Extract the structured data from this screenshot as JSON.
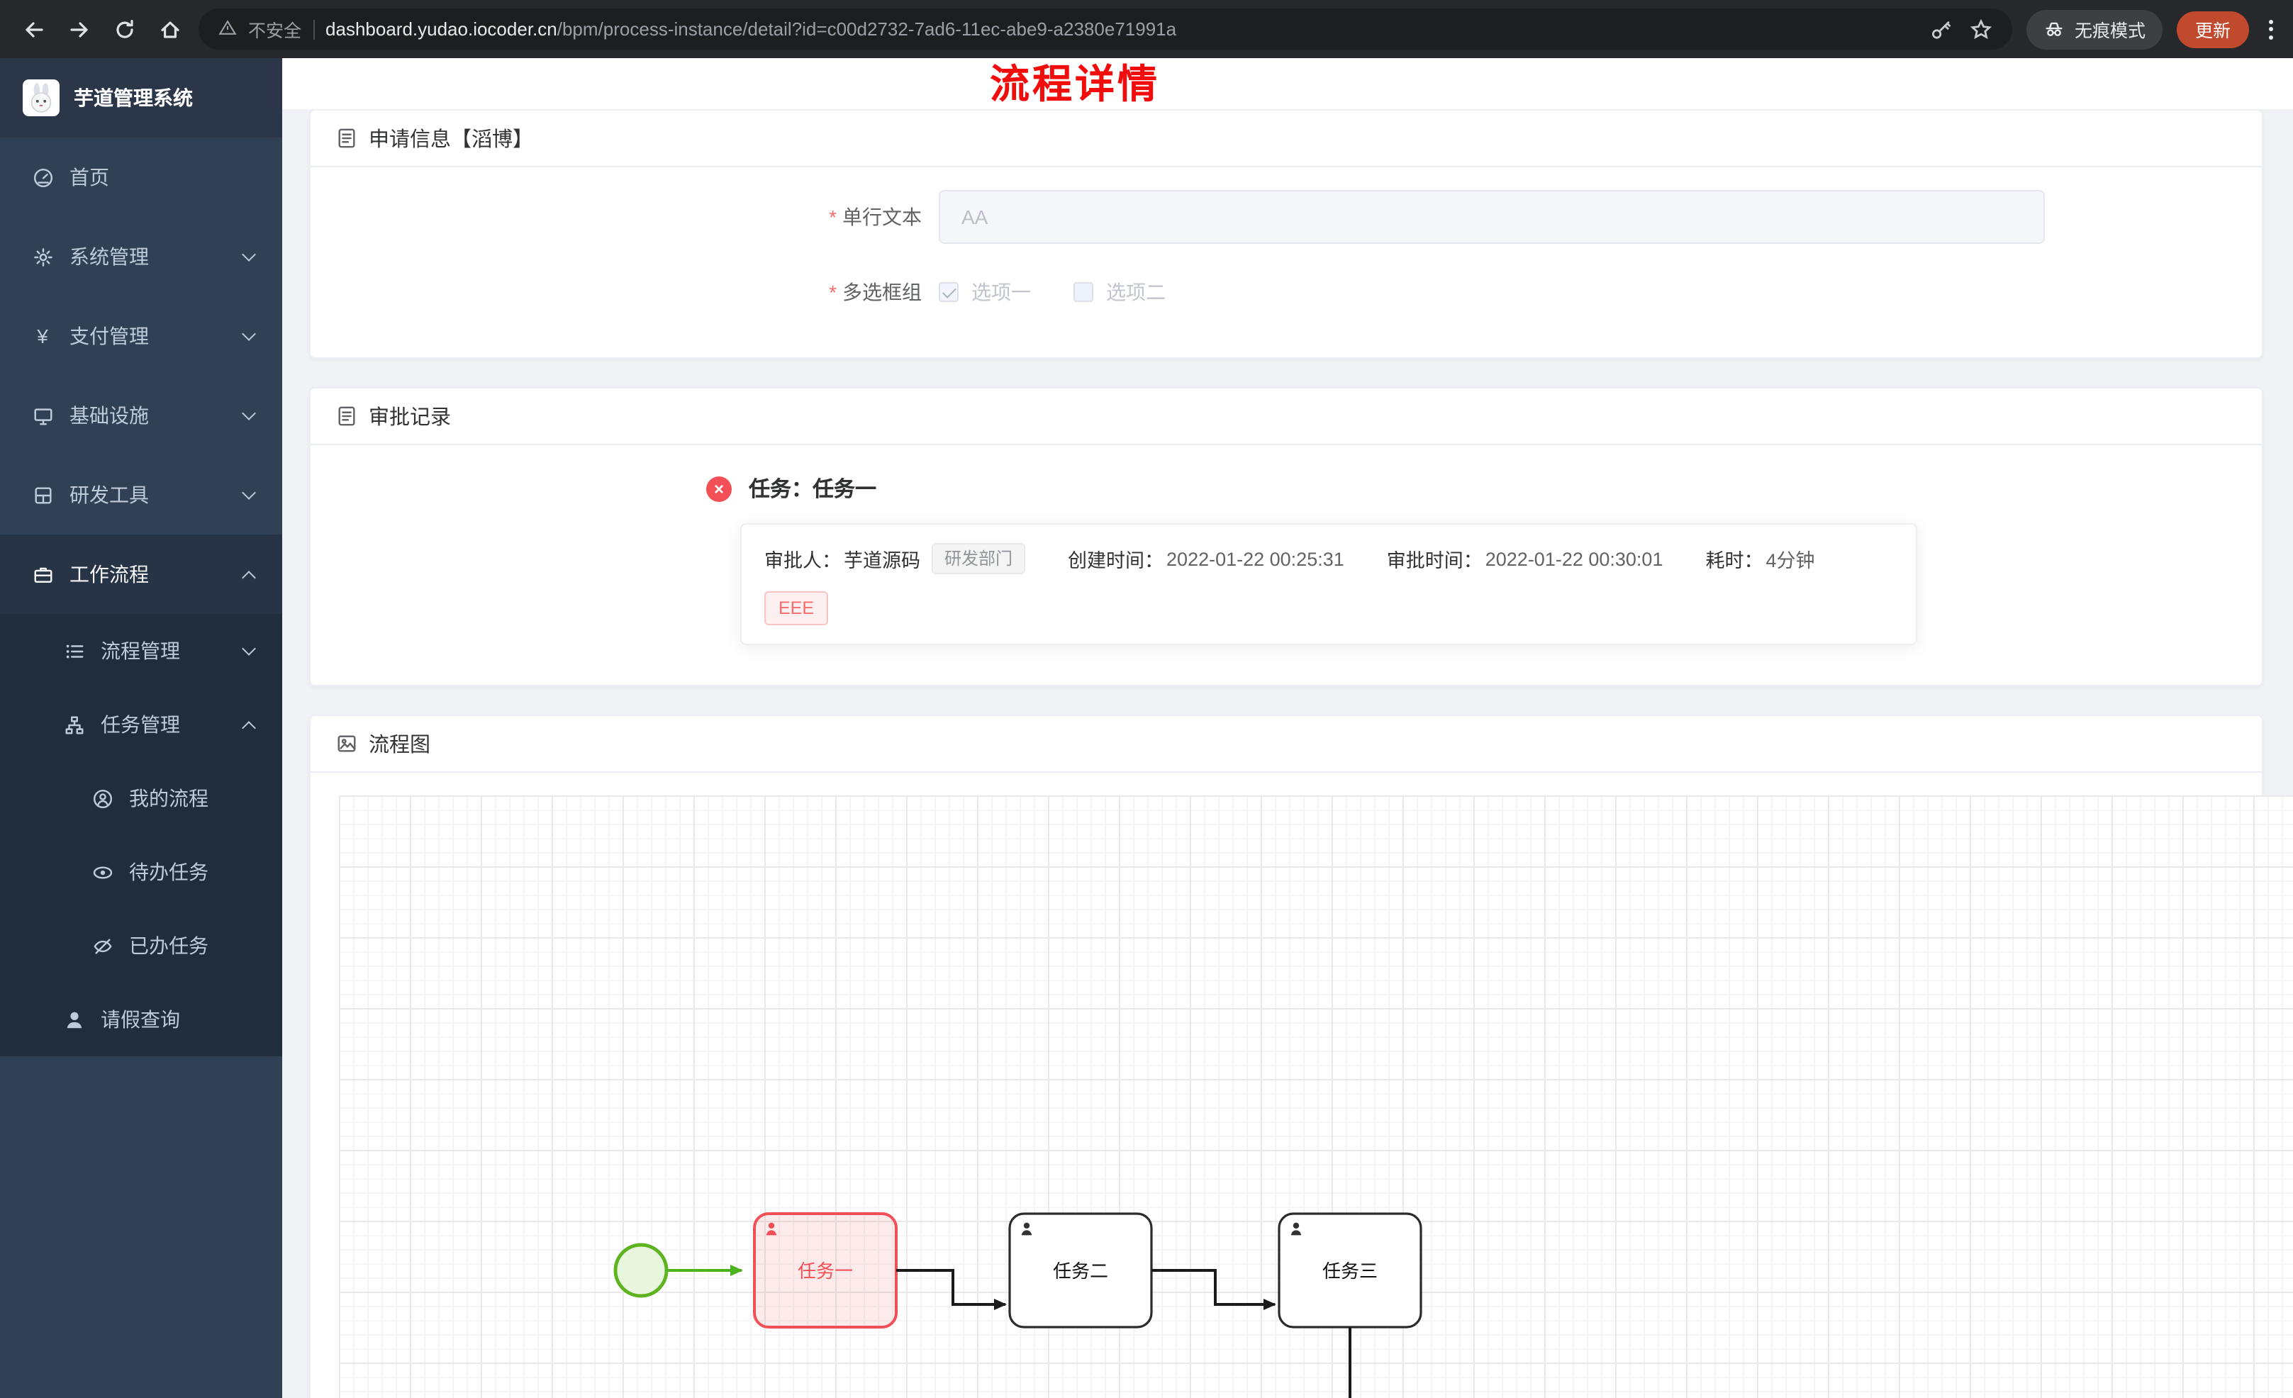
{
  "browser": {
    "security_label": "不安全",
    "url_host": "dashboard.yudao.iocoder.cn",
    "url_path": "/bpm/process-instance/detail?id=c00d2732-7ad6-11ec-abe9-a2380e71991a",
    "incognito_label": "无痕模式",
    "update_label": "更新"
  },
  "sidebar": {
    "app_title": "芋道管理系统",
    "items": [
      {
        "label": "首页"
      },
      {
        "label": "系统管理"
      },
      {
        "label": "支付管理"
      },
      {
        "label": "基础设施"
      },
      {
        "label": "研发工具"
      },
      {
        "label": "工作流程"
      },
      {
        "label": "流程管理"
      },
      {
        "label": "任务管理"
      },
      {
        "label": "我的流程"
      },
      {
        "label": "待办任务"
      },
      {
        "label": "已办任务"
      },
      {
        "label": "请假查询"
      }
    ]
  },
  "page": {
    "title": "流程详情"
  },
  "application_card": {
    "header": "申请信息【滔博】",
    "required_mark": "*",
    "text_field_label": "单行文本",
    "text_field_value": "AA",
    "checkbox_group_label": "多选框组",
    "checkbox_option1": "选项一",
    "checkbox_option2": "选项二"
  },
  "approval_card": {
    "header": "审批记录",
    "task_title": "任务：任务一",
    "status_icon_glyph": "×",
    "approver_label": "审批人：",
    "approver_name": "芋道源码",
    "approver_dept_tag": "研发部门",
    "create_time_label": "创建时间：",
    "create_time": "2022-01-22 00:25:31",
    "approve_time_label": "审批时间：",
    "approve_time": "2022-01-22 00:30:01",
    "duration_label": "耗时：",
    "duration_value": "4分钟",
    "comment_tag": "EEE"
  },
  "diagram_card": {
    "header": "流程图",
    "task1": "任务一",
    "task2": "任务二",
    "task3": "任务三"
  },
  "colors": {
    "page_title_red": "#f20d0d",
    "danger_red": "#f56c6c",
    "task_highlight_red": "#f25056",
    "flow_green": "#4db31d",
    "sidebar_bg": "#304156",
    "submenu_bg": "#1f2d3d"
  }
}
